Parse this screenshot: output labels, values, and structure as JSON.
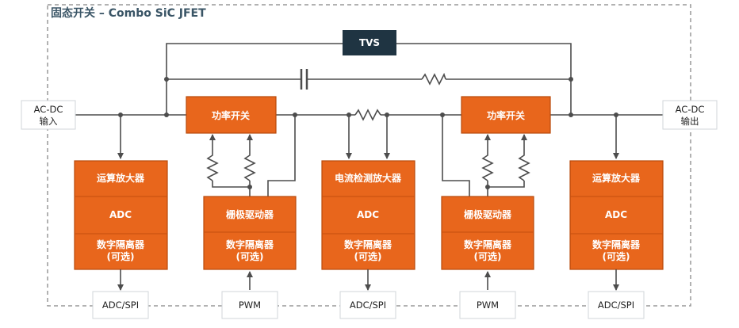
{
  "title": "固态开关 – Combo SiC JFET",
  "tvs": "TVS",
  "left_io": [
    "AC-DC",
    "输入"
  ],
  "right_io": [
    "AC-DC",
    "输出"
  ],
  "power_switch": "功率开关",
  "left_chain": [
    "运算放大器",
    "ADC",
    "数字隔离器",
    "(可选)"
  ],
  "gate_driver": [
    "栅极驱动器",
    "数字隔离器",
    "(可选)"
  ],
  "center_chain": [
    "电流检测放大器",
    "ADC",
    "数字隔离器",
    "(可选)"
  ],
  "right_chain": [
    "运算放大器",
    "ADC",
    "数字隔离器",
    "(可选)"
  ],
  "bottom_labels": [
    "ADC/SPI",
    "PWM",
    "ADC/SPI",
    "PWM",
    "ADC/SPI"
  ],
  "colors": {
    "accent": "#e8661c",
    "dark": "#1f3442",
    "wire": "#4d4d4d",
    "frame": "#999999"
  }
}
